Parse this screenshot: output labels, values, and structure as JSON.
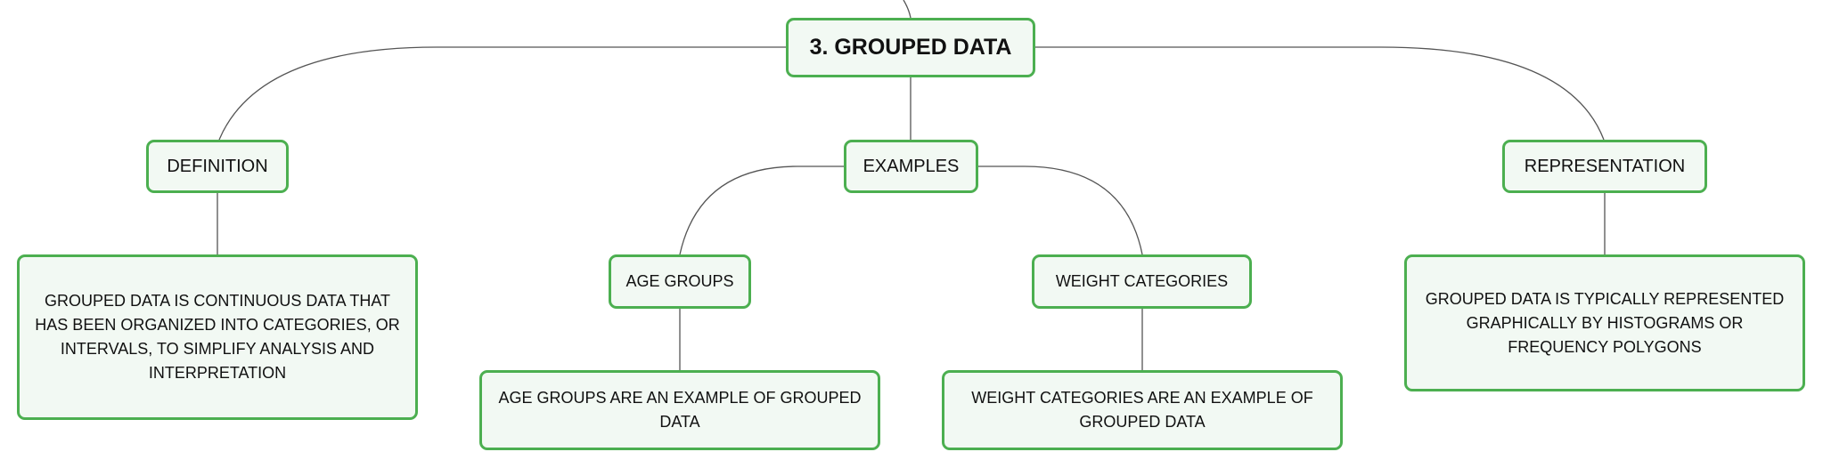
{
  "diagram": {
    "root": {
      "label": "3. GROUPED DATA"
    },
    "definition": {
      "label": "DEFINITION",
      "detail": "GROUPED DATA IS CONTINUOUS DATA THAT HAS BEEN ORGANIZED INTO CATEGORIES, OR INTERVALS, TO SIMPLIFY ANALYSIS AND INTERPRETATION"
    },
    "examples": {
      "label": "EXAMPLES",
      "age_groups": {
        "label": "AGE GROUPS",
        "detail": "AGE GROUPS ARE AN EXAMPLE OF GROUPED DATA"
      },
      "weight_categories": {
        "label": "WEIGHT CATEGORIES",
        "detail": "WEIGHT CATEGORIES ARE AN EXAMPLE OF GROUPED DATA"
      }
    },
    "representation": {
      "label": "REPRESENTATION",
      "detail": "GROUPED DATA IS TYPICALLY REPRESENTED GRAPHICALLY BY HISTOGRAMS OR FREQUENCY POLYGONS"
    }
  },
  "colors": {
    "node_border": "#4caf50",
    "node_fill": "#f2f9f3",
    "connector": "#555555",
    "text": "#111111"
  }
}
